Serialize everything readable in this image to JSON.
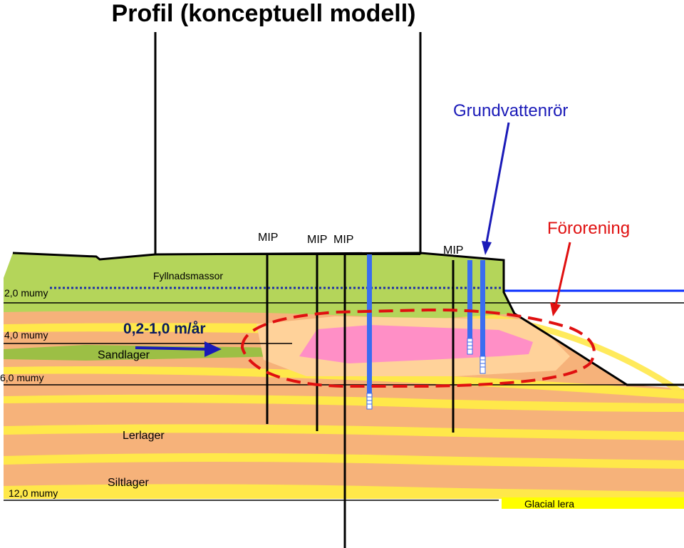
{
  "title": "Profil (konceptuell modell)",
  "labels": {
    "grundvattenror": "Grundvattenrör",
    "fororening": "Förorening",
    "fyllnadsmassor": "Fyllnadsmassor",
    "flow_rate": "0,2-1,0 m/år",
    "sandlager": "Sandlager",
    "lerlager": "Lerlager",
    "siltlager": "Siltlager",
    "glacial_lera": "Glacial lera"
  },
  "depths": [
    "2,0 mumy",
    "4,0 mumy",
    "6,0 mumy",
    "12,0 mumy"
  ],
  "mip_labels": [
    "MIP",
    "MIP",
    "MIP",
    "MIP"
  ],
  "colors": {
    "fill_green": "#b4d55a",
    "sand_yellow": "#ffe84a",
    "clay_salmon": "#f6b27a",
    "plume_pink": "#ff8fc6",
    "contamination_peach": "#ffd29a",
    "water_blue": "#0a2fff",
    "contamination_red": "#e01010",
    "well_blue": "#3a6df0",
    "glacial_yellow": "#ffff00"
  }
}
